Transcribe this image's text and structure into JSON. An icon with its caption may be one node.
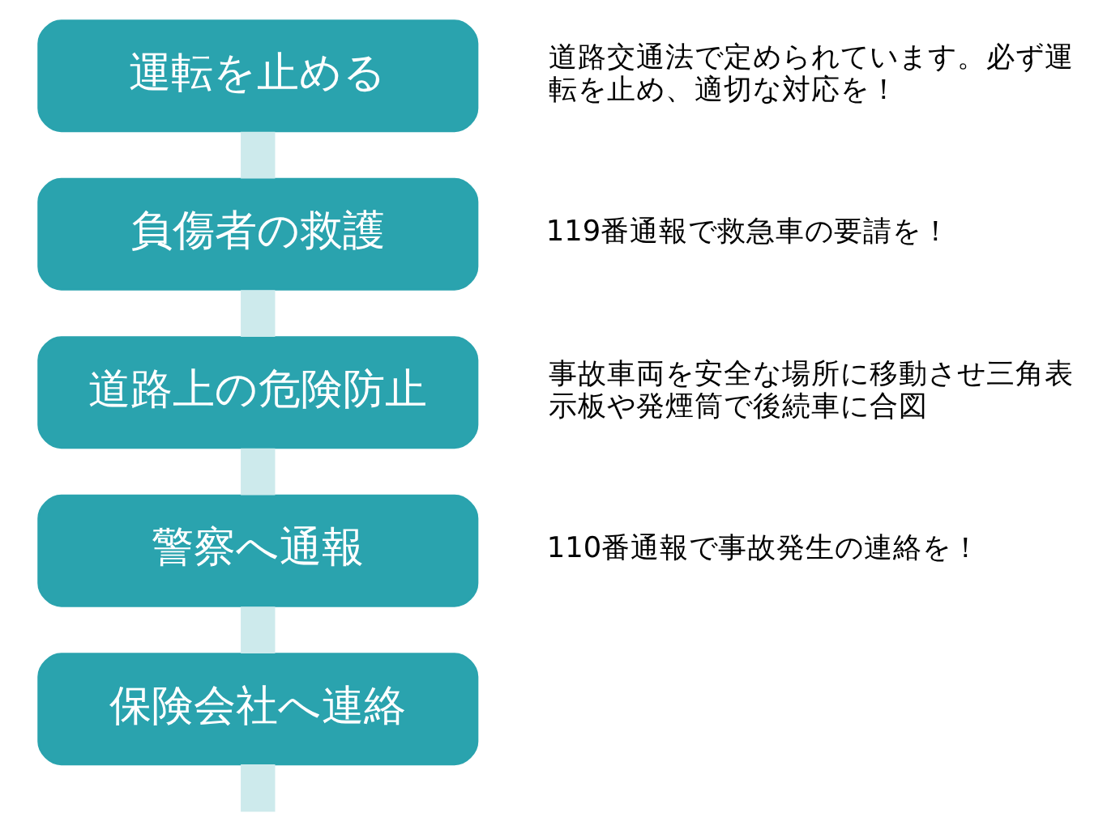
{
  "diagram": {
    "nodes": [
      {
        "text": [
          "運転を止める"
        ],
        "beside": [
          "道路交通法で定められています。必ず運転を止め、適切な対応を！"
        ]
      },
      {
        "text": [
          "負傷者の救護"
        ],
        "beside": [
          "119番通報で救急車の要請を！"
        ]
      },
      {
        "text": [
          "道路上の危険防止"
        ],
        "beside": [
          "事故車両を安全な場所に移動させ三角表示板や発煙筒で後続車に合図"
        ]
      },
      {
        "text": [
          "警察へ通報"
        ],
        "beside": [
          "110番通報で事故発生の連絡を！"
        ]
      },
      {
        "text": [
          "保険会社へ連絡"
        ]
      }
    ],
    "edges": [
      {
        "from": 0,
        "to": 1,
        "arrow": "none"
      },
      {
        "from": 1,
        "to": 2,
        "arrow": "none"
      },
      {
        "from": 2,
        "to": 3,
        "arrow": "none"
      },
      {
        "from": 3,
        "to": 4,
        "arrow": "none"
      },
      {
        "from": 4,
        "to": null,
        "arrow": "none"
      }
    ]
  }
}
